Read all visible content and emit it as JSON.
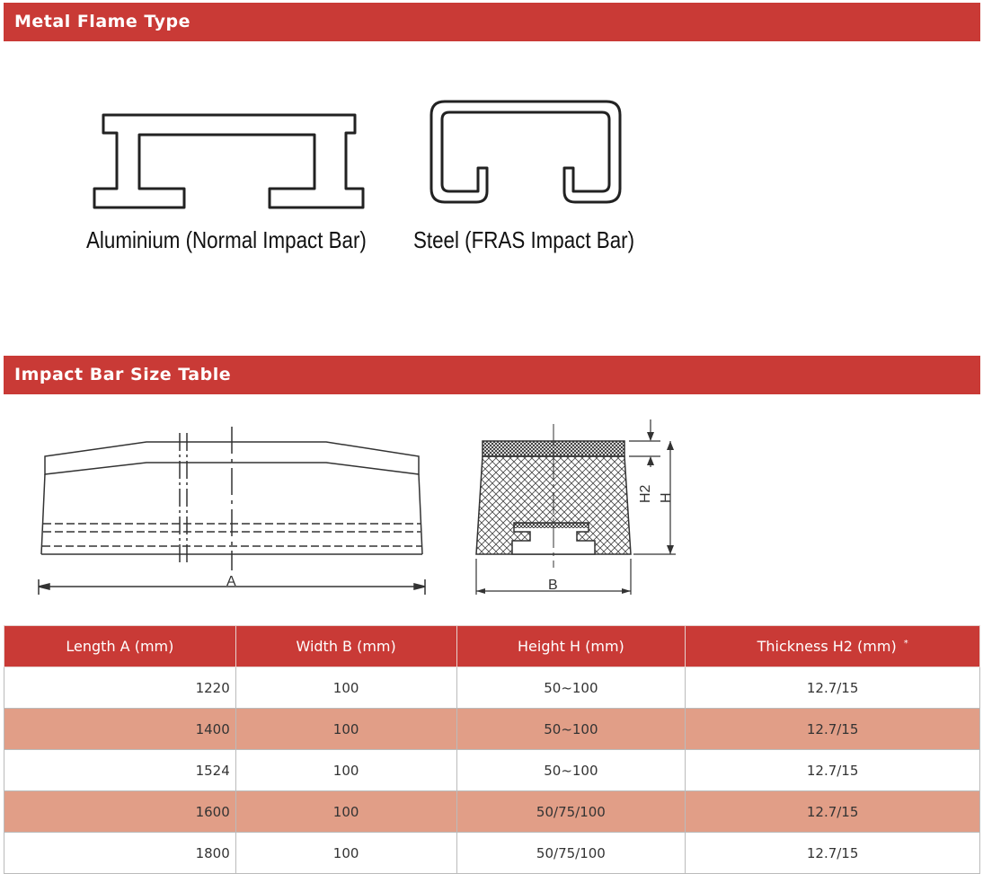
{
  "sections": {
    "metal_title": "Metal Flame Type",
    "size_title": "Impact Bar Size Table"
  },
  "profiles": {
    "aluminium_caption": "Aluminium (Normal Impact Bar)",
    "steel_caption": "Steel (FRAS Impact Bar)"
  },
  "drawing_labels": {
    "length": "A",
    "width": "B",
    "height": "H",
    "thickness": "H2"
  },
  "table": {
    "headers": [
      "Length A  (mm)",
      "Width B  (mm)",
      "Height H  (mm)",
      "Thickness H2  (mm)"
    ],
    "header_note": "*",
    "rows": [
      [
        "1220",
        "100",
        "50~100",
        "12.7/15"
      ],
      [
        "1400",
        "100",
        "50~100",
        "12.7/15"
      ],
      [
        "1524",
        "100",
        "50~100",
        "12.7/15"
      ],
      [
        "1600",
        "100",
        "50/75/100",
        "12.7/15"
      ],
      [
        "1800",
        "100",
        "50/75/100",
        "12.7/15"
      ]
    ]
  },
  "colors": {
    "header_red": "#c93a36",
    "row_highlight": "#e19e87"
  }
}
